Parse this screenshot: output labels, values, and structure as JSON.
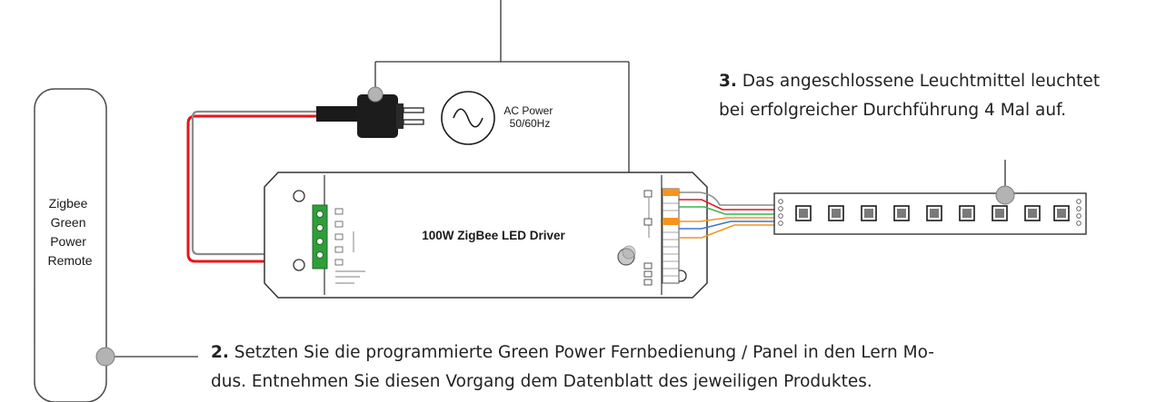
{
  "remote": {
    "label_lines": [
      "Zigbee",
      "Green",
      "Power",
      "Remote"
    ]
  },
  "ac_source": {
    "label_lines": [
      "AC Power",
      "50/60Hz"
    ]
  },
  "driver": {
    "title": "100W ZigBee LED Driver"
  },
  "notes": {
    "step3": {
      "number": "3.",
      "lines": [
        "Das angeschlossene Leuchtmittel leuchtet",
        "bei erfolgreicher Durchführung 4 Mal auf."
      ]
    },
    "step2": {
      "number": "2.",
      "lines": [
        "Setzten Sie die programmierte Green Power Fernbedienung / Panel in den Lern Mo-",
        "dus. Entnehmen Sie diesen Vorgang dem Datenblatt des jeweiligen Produktes."
      ]
    }
  },
  "colors": {
    "wire_red": "#e8141b",
    "wire_gray": "#8c8c8c",
    "wire_green": "#39b54a",
    "wire_orange": "#f7941d",
    "wire_blue": "#3b73d1",
    "terminal_green": "#2f9e3a",
    "led_green": "#2bb673",
    "callout_dot": "#b3b3b3",
    "note_text": "#222222"
  }
}
